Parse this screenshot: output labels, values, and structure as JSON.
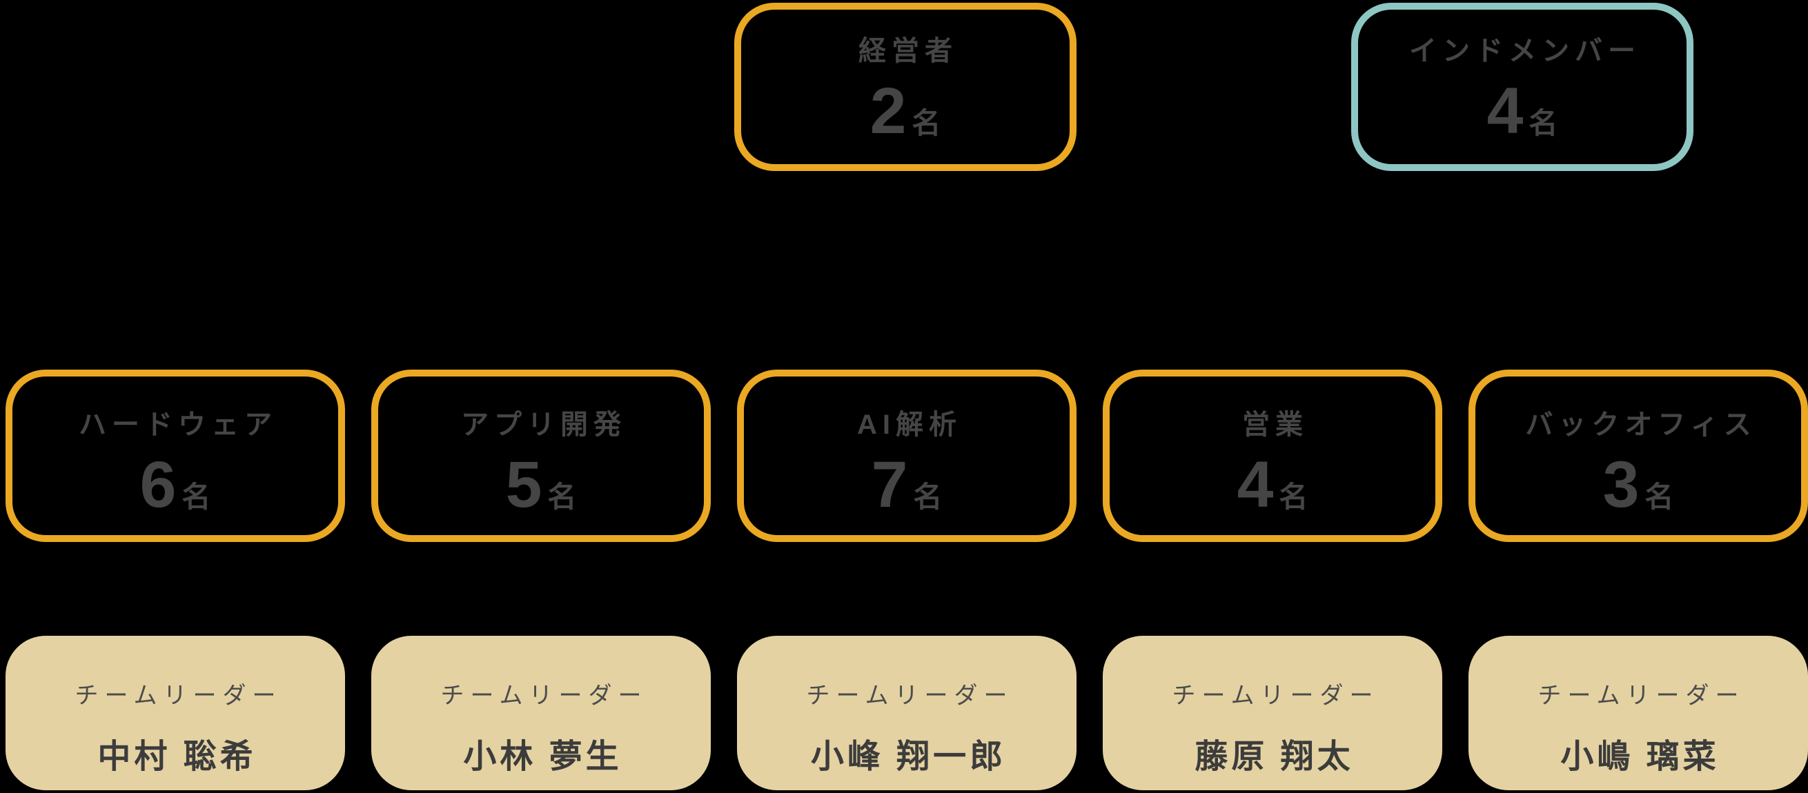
{
  "org_chart": {
    "background_color": "#000000",
    "colors": {
      "department_border": "#EAA823",
      "india_member_border": "#8EC6C3",
      "leader_card_fill": "#E4D2A2",
      "node_text": "#454545",
      "leader_title_text": "#4C4C4C",
      "leader_name_text": "#3C3C3C"
    },
    "top_row": [
      {
        "label": "経営者",
        "count": "2",
        "unit": "名",
        "variant": "orange"
      },
      {
        "label": "インドメンバー",
        "count": "4",
        "unit": "名",
        "variant": "teal"
      }
    ],
    "departments": [
      {
        "label": "ハードウェア",
        "count": "6",
        "unit": "名",
        "leader_title": "チームリーダー",
        "leader_name": "中村 聡希"
      },
      {
        "label": "アプリ開発",
        "count": "5",
        "unit": "名",
        "leader_title": "チームリーダー",
        "leader_name": "小林 夢生"
      },
      {
        "label": "AI解析",
        "count": "7",
        "unit": "名",
        "leader_title": "チームリーダー",
        "leader_name": "小峰 翔一郎"
      },
      {
        "label": "営業",
        "count": "4",
        "unit": "名",
        "leader_title": "チームリーダー",
        "leader_name": "藤原 翔太"
      },
      {
        "label": "バックオフィス",
        "count": "3",
        "unit": "名",
        "leader_title": "チームリーダー",
        "leader_name": "小嶋 璃菜"
      }
    ]
  }
}
